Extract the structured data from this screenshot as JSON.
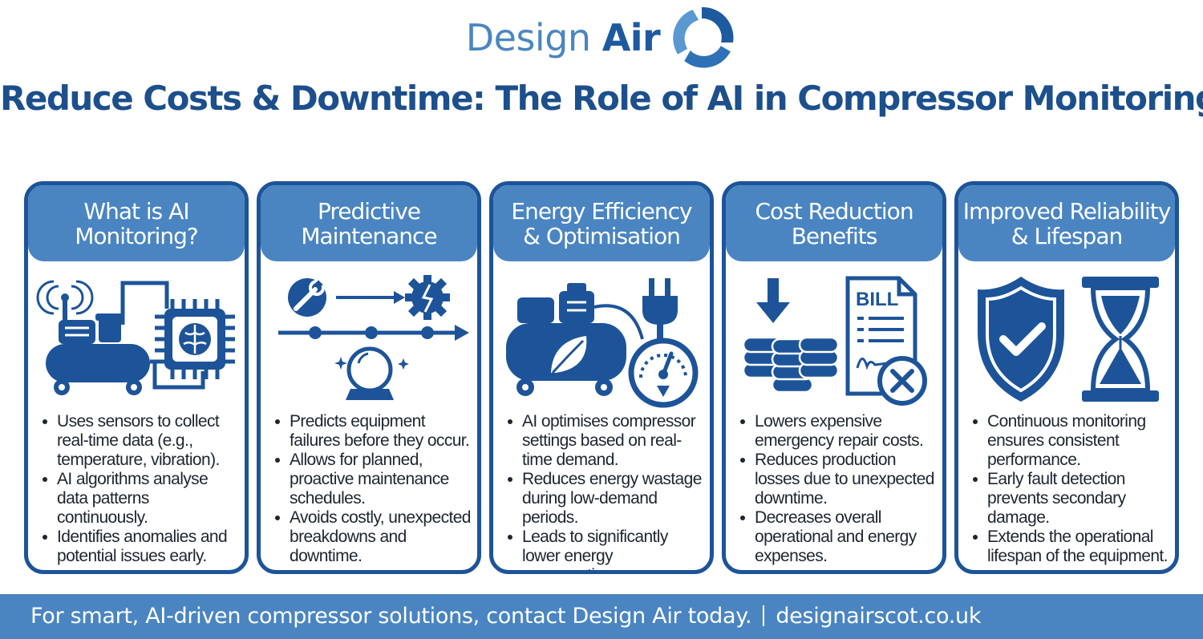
{
  "logo": {
    "word1": "Design",
    "word2": "Air"
  },
  "headline": "Reduce Costs & Downtime: The Role of AI in Compressor Monitoring",
  "cards": [
    {
      "title1": "What is AI",
      "title2": "Monitoring?",
      "bullets": [
        "Uses sensors to collect real-time data (e.g., temperature, vibration).",
        "AI algorithms analyse data patterns continuously.",
        "Identifies anomalies and potential issues early."
      ]
    },
    {
      "title1": "Predictive",
      "title2": "Maintenance",
      "bullets": [
        "Predicts equipment failures before they occur.",
        "Allows for planned, proactive maintenance schedules.",
        "Avoids costly, unexpected breakdowns and downtime."
      ]
    },
    {
      "title1": "Energy Efficiency",
      "title2": "& Optimisation",
      "bullets": [
        "AI optimises compressor settings based on real-time demand.",
        "Reduces energy wastage during low-demand periods.",
        "Leads to significantly lower energy consumption."
      ]
    },
    {
      "title1": "Cost Reduction",
      "title2": "Benefits",
      "bill_label": "BILL",
      "bullets": [
        "Lowers expensive emergency repair costs.",
        "Reduces production losses due to unexpected downtime.",
        "Decreases overall operational and energy expenses."
      ]
    },
    {
      "title1": "Improved Reliability",
      "title2": "& Lifespan",
      "bullets": [
        "Continuous monitoring ensures consistent performance.",
        "Early fault detection prevents secondary damage.",
        "Extends the operational lifespan of the equipment."
      ]
    }
  ],
  "footer": {
    "cta": "For smart, AI-driven compressor solutions, contact Design Air today.",
    "url": "designairscot.co.uk"
  },
  "colors": {
    "navy": "#1d5499",
    "mid_blue": "#4a85c2",
    "logo_light": "#4a86c0",
    "headline": "#1c4f8c"
  },
  "icons": [
    "swirl-logo-icon",
    "compressor-icon",
    "ai-chip-brain-icon",
    "wrench-icon",
    "gear-icon",
    "timeline-arrow-icon",
    "crystal-ball-icon",
    "leaf-icon",
    "plug-icon",
    "gauge-icon",
    "arrow-down-icon",
    "coin-stack-icon",
    "bill-document-icon",
    "close-circle-icon",
    "shield-check-icon",
    "hourglass-icon"
  ]
}
